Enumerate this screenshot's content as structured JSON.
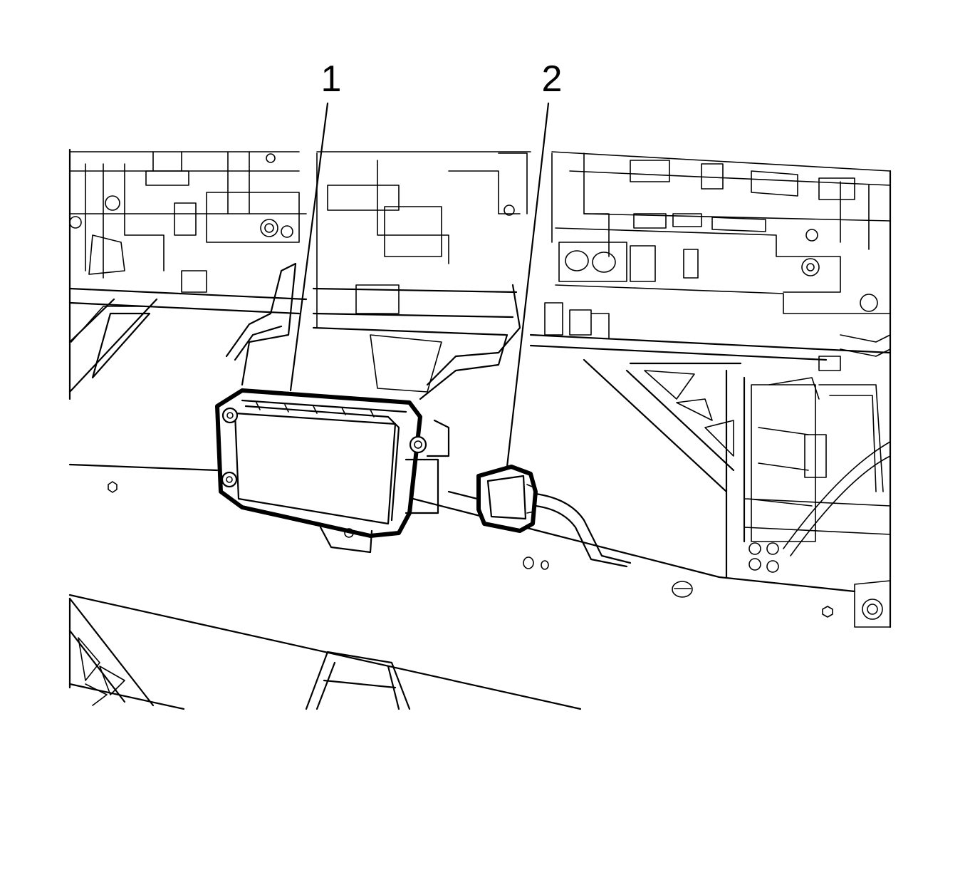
{
  "callouts": [
    {
      "label": "1",
      "part": "module"
    },
    {
      "label": "2",
      "part": "connector"
    }
  ]
}
